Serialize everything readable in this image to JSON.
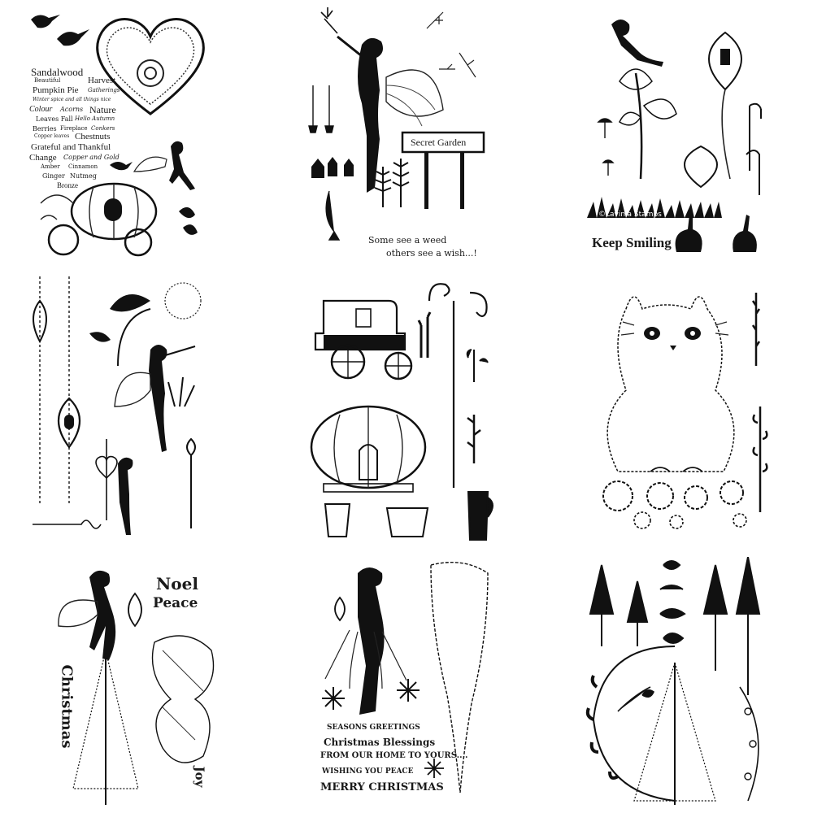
{
  "sheet1": {
    "words": [
      "Sandalwood",
      "Beautiful",
      "Harvest",
      "Pumpkin Pie",
      "Gatherings",
      "Winter spice and all things nice",
      "Colour",
      "Acorns",
      "Nature",
      "Leaves Fall",
      "Hello Autumn",
      "Berries",
      "Fireplace",
      "Conkers",
      "Copper leaves",
      "Chestnuts",
      "Grateful and Thankful",
      "Change",
      "Copper and Gold",
      "Amber",
      "Cinnamon",
      "Ginger",
      "Nutmeg",
      "Bronze"
    ]
  },
  "sheet2": {
    "sign_text": "Secret Garden",
    "quote_line1": "Some see a weed",
    "quote_line2": "others see a wish...!"
  },
  "sheet3": {
    "grass_text": "©Lavinia Stamps",
    "phrase": "Keep Smiling"
  },
  "sheet7": {
    "word_noel": "Noel",
    "word_peace": "Peace",
    "word_christmas": "Christmas",
    "word_joy": "Joy"
  },
  "sheet8": {
    "line1": "SEASONS GREETINGS",
    "line2": "Christmas Blessings",
    "line3": "FROM OUR HOME TO YOURS....",
    "line4": "WISHING YOU PEACE",
    "line5": "MERRY CHRISTMAS"
  }
}
